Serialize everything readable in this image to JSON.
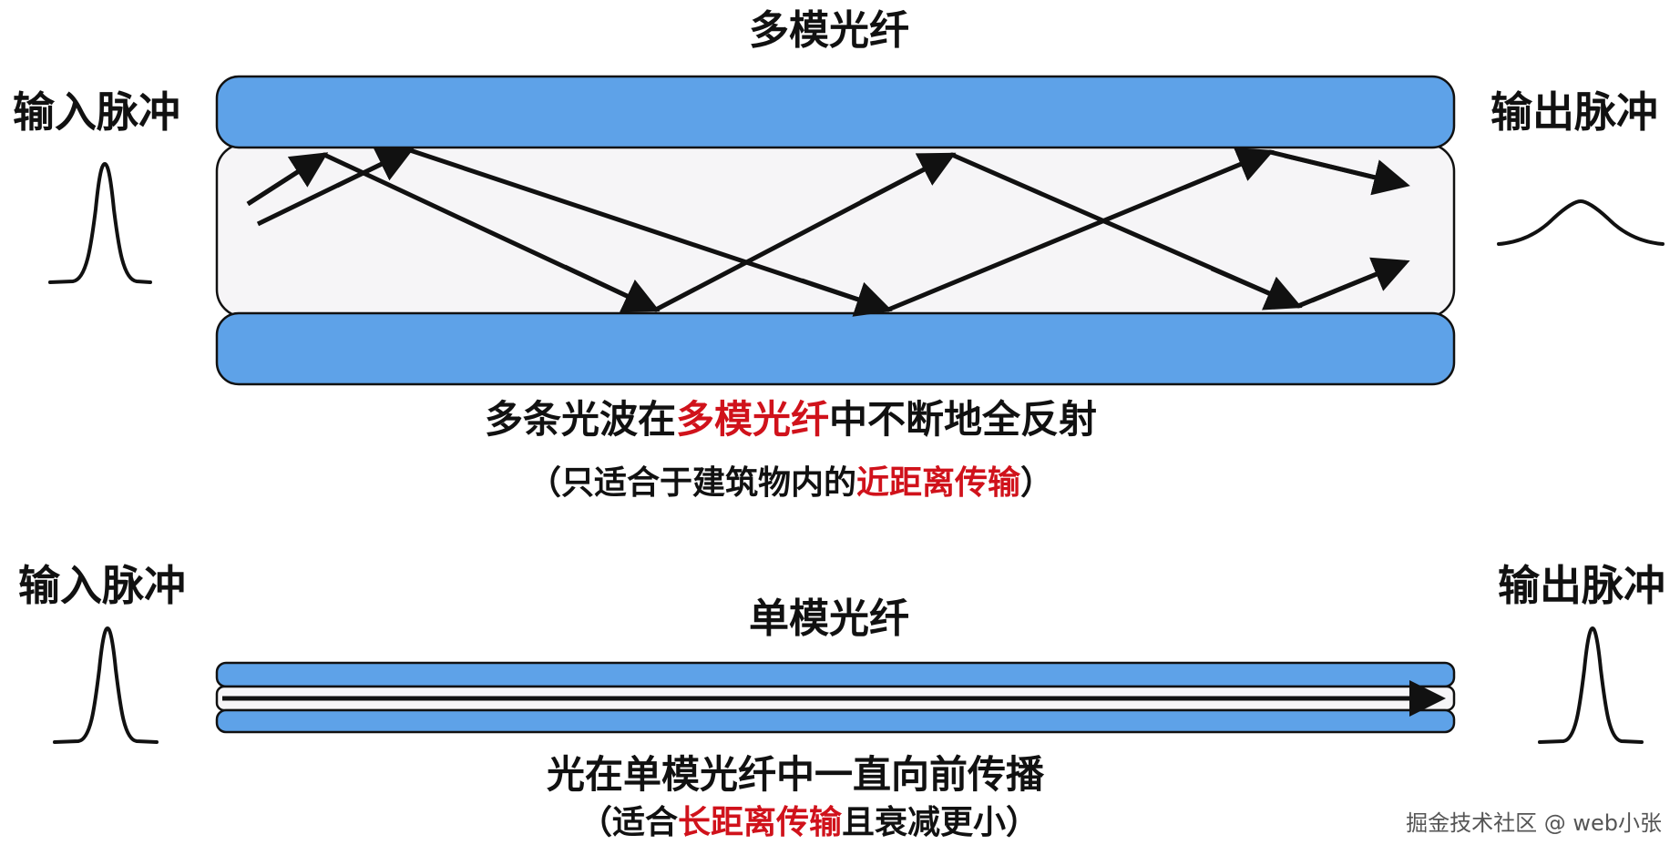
{
  "multimode": {
    "title": "多模光纤",
    "input_label": "输入脉冲",
    "output_label": "输出脉冲",
    "caption_before": "多条光波在",
    "caption_highlight": "多模光纤",
    "caption_after": "中不断地全反射",
    "sub_before": "（只适合于建筑物内的",
    "sub_highlight": "近距离传输",
    "sub_after": "）"
  },
  "singlemode": {
    "title": "单模光纤",
    "input_label": "输入脉冲",
    "output_label": "输出脉冲",
    "caption": "光在单模光纤中一直向前传播",
    "sub_before": "（适合",
    "sub_highlight": "长距离传输",
    "sub_after": "且衰减更小）"
  },
  "watermark": "掘金技术社区 @ web小张",
  "colors": {
    "cladding": "#5ea2e8",
    "core": "#f6f5f7",
    "highlight": "#d0121b",
    "ink": "#111111"
  }
}
